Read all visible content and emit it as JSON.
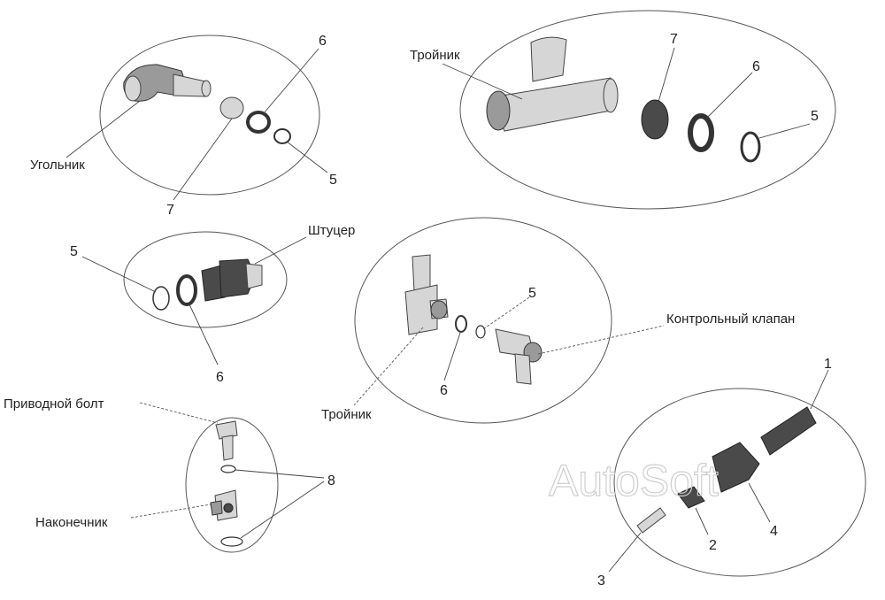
{
  "labels": {
    "elbow": "Угольник",
    "tee_top": "Тройник",
    "fitting": "Штуцер",
    "tee_bottom": "Тройник",
    "check_valve": "Контрольный клапан",
    "drive_bolt": "Приводной болт",
    "tip": "Наконечник"
  },
  "callouts": {
    "g1_6": "6",
    "g1_7": "7",
    "g1_5": "5",
    "g2_7": "7",
    "g2_6": "6",
    "g2_5": "5",
    "g3_5": "5",
    "g3_6": "6",
    "g4_5": "5",
    "g4_6": "6",
    "g5_8": "8",
    "g6_1": "1",
    "g6_2": "2",
    "g6_3": "3",
    "g6_4": "4"
  },
  "watermark": "AutoSoft"
}
